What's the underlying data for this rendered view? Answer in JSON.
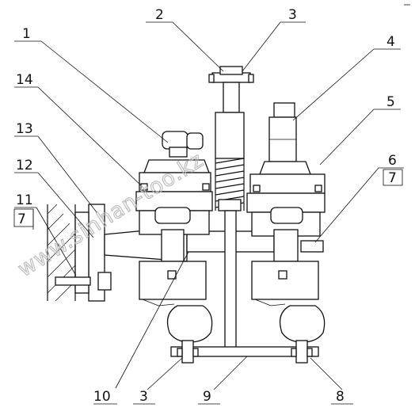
{
  "callouts": {
    "c1": "1",
    "c2": "2",
    "c3_top": "3",
    "c4": "4",
    "c5": "5",
    "c6": "6",
    "c7_right": "7",
    "c7_left": "7",
    "c8": "8",
    "c9": "9",
    "c10": "10",
    "c3_bottom": "3",
    "c11": "11",
    "c12": "12",
    "c13": "13",
    "c14": "14"
  },
  "watermark": "www.sinhan-too.kz"
}
